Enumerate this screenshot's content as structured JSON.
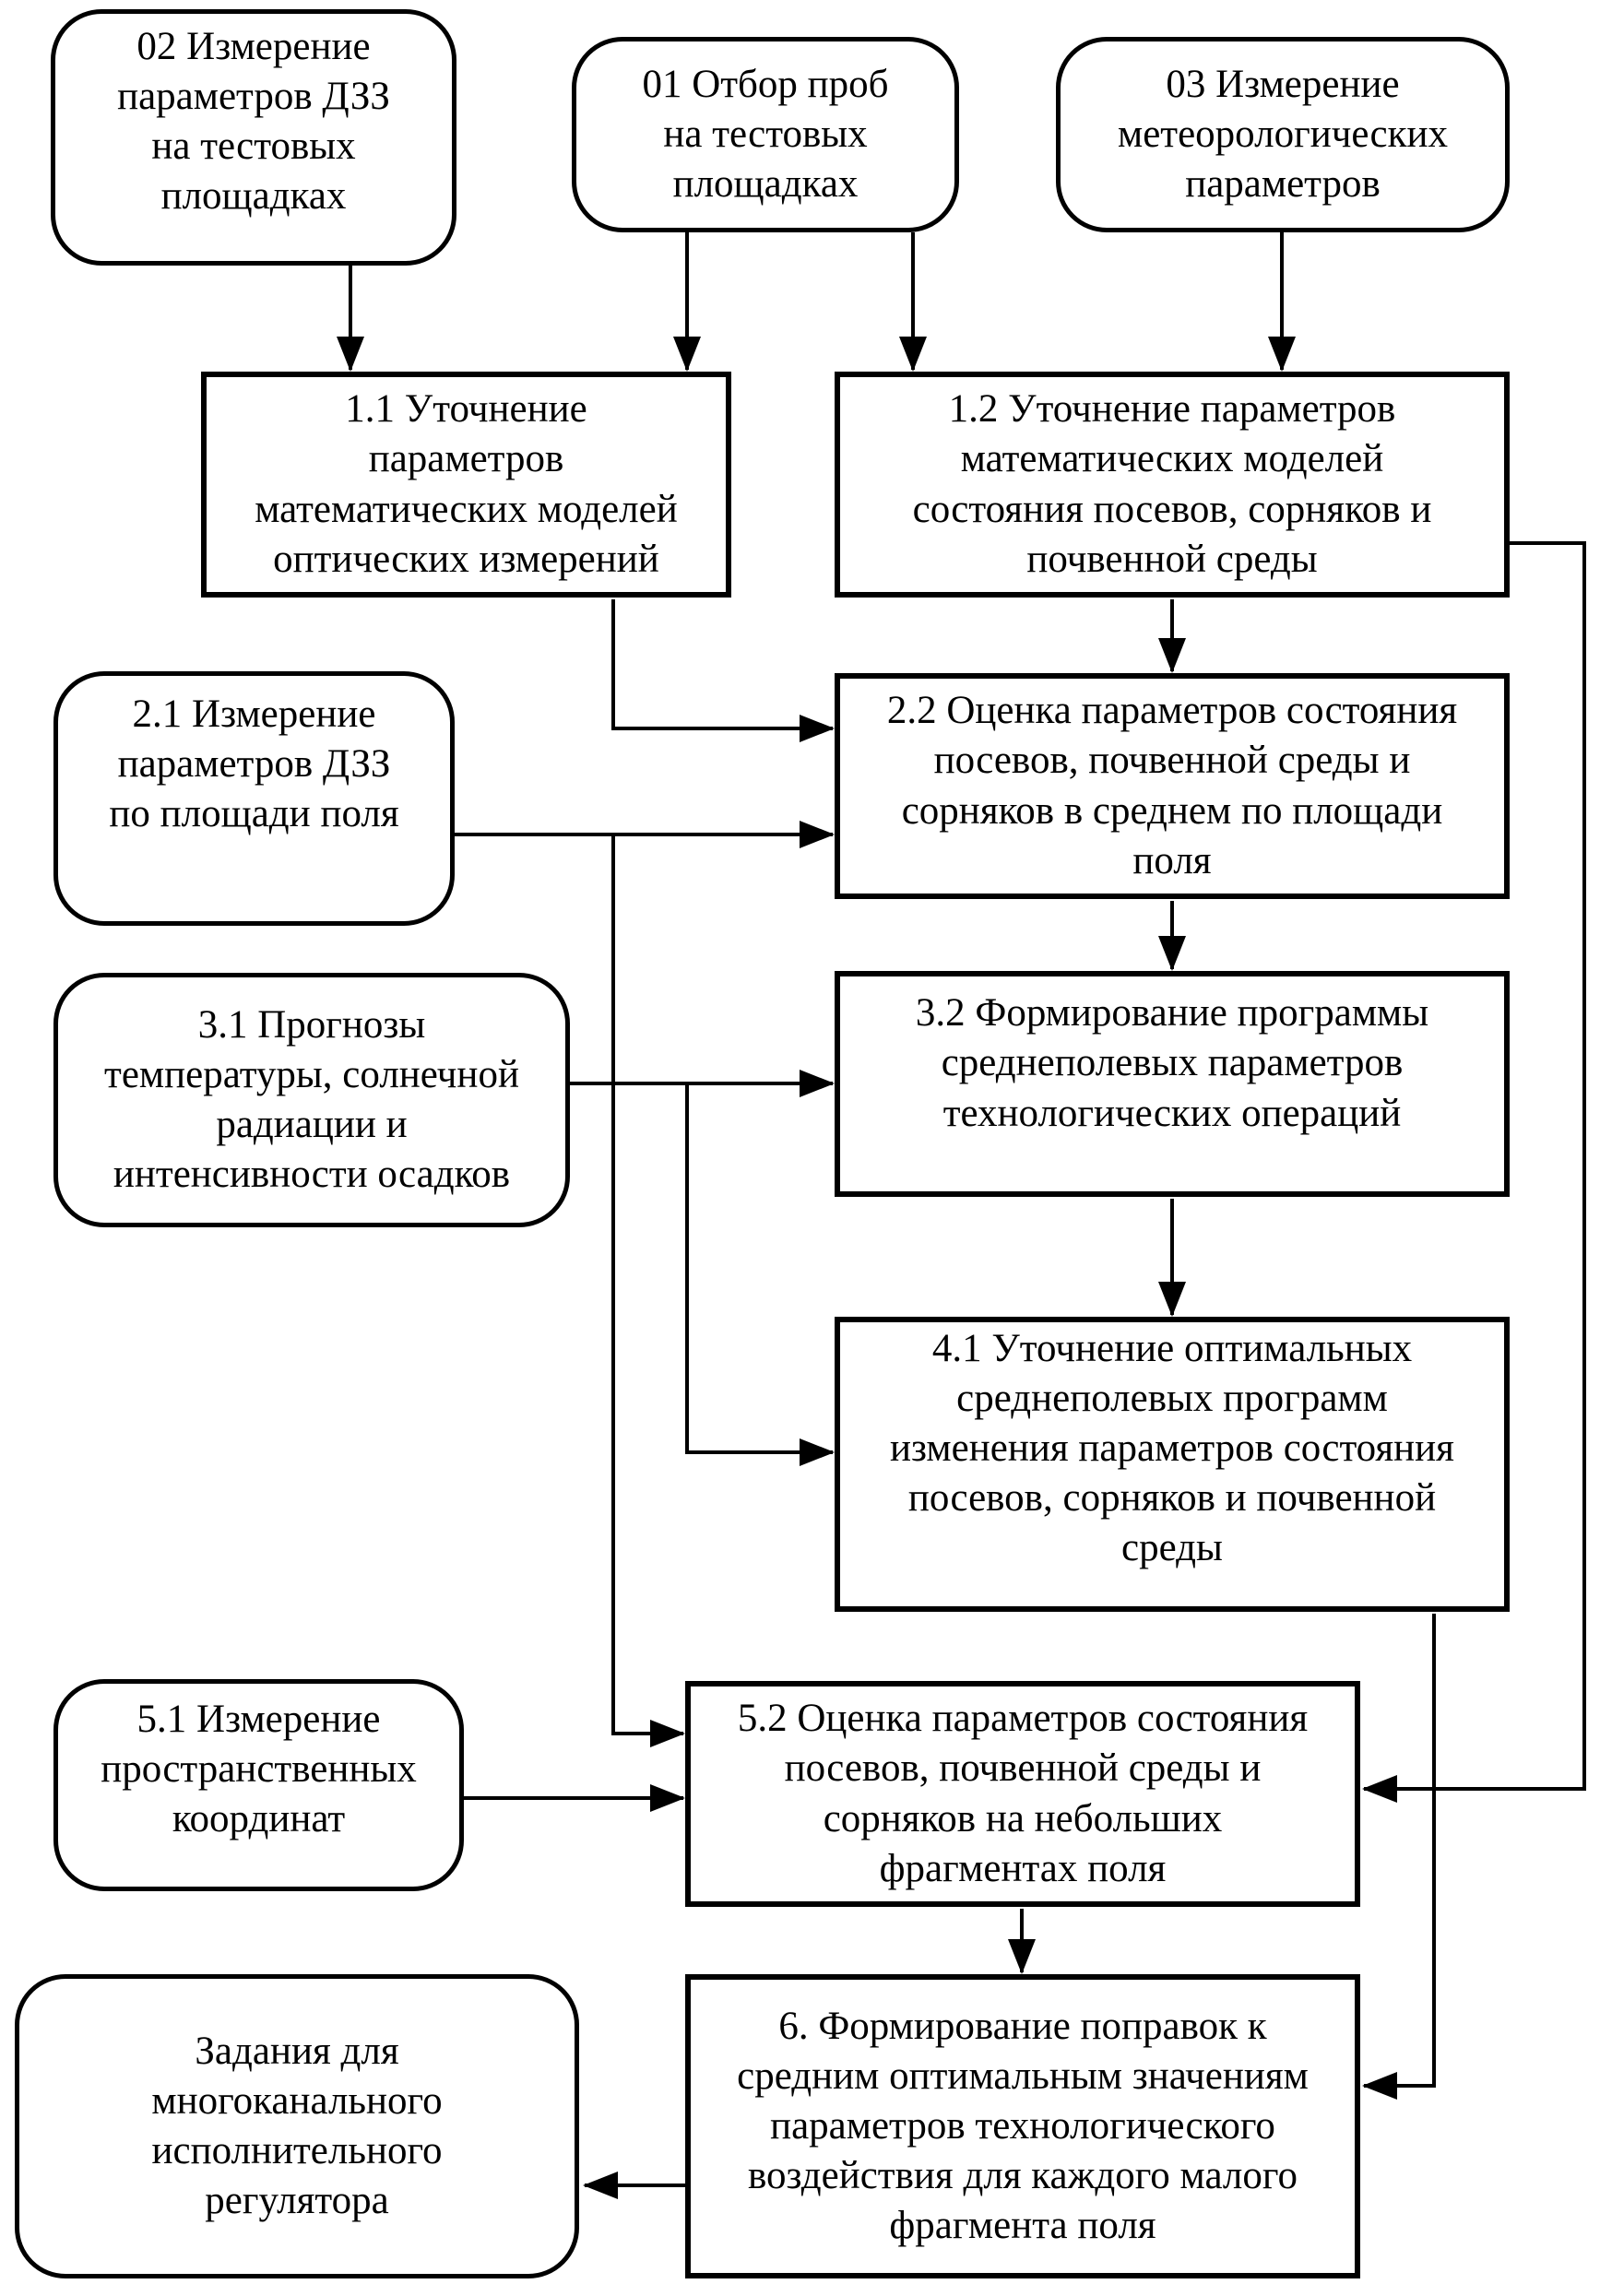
{
  "diagram": {
    "kind": "flowchart",
    "language": "ru",
    "colors": {
      "line": "#000000",
      "background": "#ffffff",
      "box_fill": "#ffffff",
      "text": "#000000"
    },
    "nodes": {
      "n02": {
        "label": "02 Измерение\nпараметров ДЗЗ\nна тестовых\nплощадках",
        "shape": "rounded"
      },
      "n01": {
        "label": "01 Отбор проб\nна тестовых\nплощадках",
        "shape": "rounded"
      },
      "n03": {
        "label": "03 Измерение\nметеорологических\nпараметров",
        "shape": "rounded"
      },
      "n11": {
        "label": "1.1 Уточнение\nпараметров\nматематических моделей\nоптических измерений",
        "shape": "rect"
      },
      "n12": {
        "label": "1.2 Уточнение параметров\nматематических моделей\nсостояния посевов, сорняков и\nпочвенной среды",
        "shape": "rect"
      },
      "n21": {
        "label": "2.1 Измерение\nпараметров ДЗЗ\nпо площади поля",
        "shape": "rounded"
      },
      "n22": {
        "label": "2.2 Оценка параметров состояния\nпосевов, почвенной среды и\nсорняков в среднем по площади\nполя",
        "shape": "rect"
      },
      "n31": {
        "label": "3.1 Прогнозы\nтемпературы, солнечной\nрадиации и\nинтенсивности осадков",
        "shape": "rounded"
      },
      "n32": {
        "label": "3.2 Формирование программы\nсреднеполевых параметров\nтехнологических операций",
        "shape": "rect"
      },
      "n41": {
        "label": "4.1 Уточнение оптимальных\nсреднеполевых программ\nизменения параметров состояния\nпосевов, сорняков и почвенной\nсреды",
        "shape": "rect"
      },
      "n51": {
        "label": "5.1 Измерение\nпространственных\nкоординат",
        "shape": "rounded"
      },
      "n52": {
        "label": "5.2 Оценка параметров состояния\nпосевов, почвенной среды и\nсорняков на небольших\nфрагментах поля",
        "shape": "rect"
      },
      "n6": {
        "label": "6. Формирование поправок к\nсредним оптимальным значениям\nпараметров технологического\nвоздействия для каждого малого\nфрагмента поля",
        "shape": "rect"
      },
      "nout": {
        "label": "Задания для\nмногоканального\nисполнительного\nрегулятора",
        "shape": "rounded"
      }
    }
  }
}
